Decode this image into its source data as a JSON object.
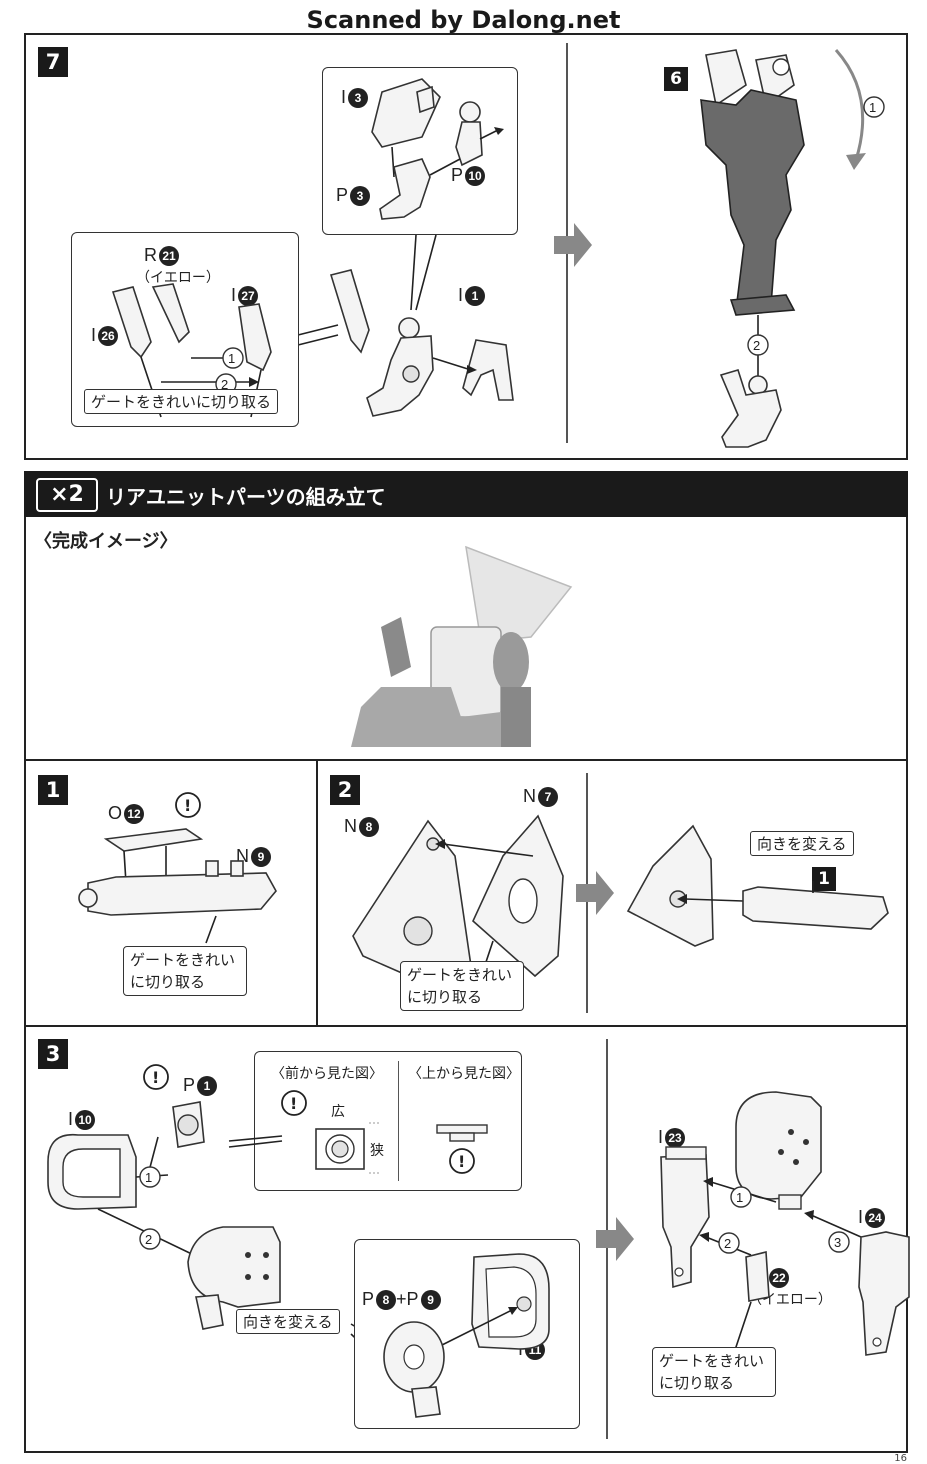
{
  "watermark": "Scanned by Dalong.net",
  "page_number": "16",
  "step7": {
    "number": "7",
    "inset_labels": {
      "i3": "I",
      "i3n": "3",
      "p3": "P",
      "p3n": "3",
      "p10": "P",
      "p10n": "10"
    },
    "left_labels": {
      "r21": "R",
      "r21n": "21",
      "r21_color": "（イエロー）",
      "i27": "I",
      "i27n": "27",
      "i26": "I",
      "i26n": "26",
      "i1": "I",
      "i1n": "1"
    },
    "gate_note": "ゲートをきれいに切り取る",
    "right_step_ref": "6"
  },
  "section": {
    "multiplier": "×2",
    "title": "リアユニットパーツの組み立て",
    "preview_label": "〈完成イメージ〉"
  },
  "step1": {
    "number": "1",
    "labels": {
      "o12": "O",
      "o12n": "12",
      "n9": "N",
      "n9n": "9"
    },
    "gate_note_1": "ゲートをきれい",
    "gate_note_2": "に切り取る"
  },
  "step2": {
    "number": "2",
    "labels": {
      "n7": "N",
      "n7n": "7",
      "n8": "N",
      "n8n": "8"
    },
    "gate_note_1": "ゲートをきれい",
    "gate_note_2": "に切り取る",
    "orient_note": "向きを変える",
    "ref": "1"
  },
  "step3": {
    "number": "3",
    "labels": {
      "p1": "P",
      "p1n": "1",
      "i10": "I",
      "i10n": "10",
      "p8": "P",
      "p8n": "8",
      "plus": "+",
      "p9": "P",
      "p9n": "9",
      "i11": "I",
      "i11n": "11",
      "i23": "I",
      "i23n": "23",
      "i24": "I",
      "i24n": "24",
      "r22": "R",
      "r22n": "22",
      "r22_color": "（イエロー）"
    },
    "front_view": "〈前から見た図〉",
    "top_view": "〈上から見た図〉",
    "wide": "広",
    "narrow": "狭",
    "orient_note": "向きを変える",
    "gate_note_1": "ゲートをきれい",
    "gate_note_2": "に切り取る"
  },
  "icons": {
    "caution": "!-circle-icon",
    "step_arrow": "right-arrow-icon"
  }
}
